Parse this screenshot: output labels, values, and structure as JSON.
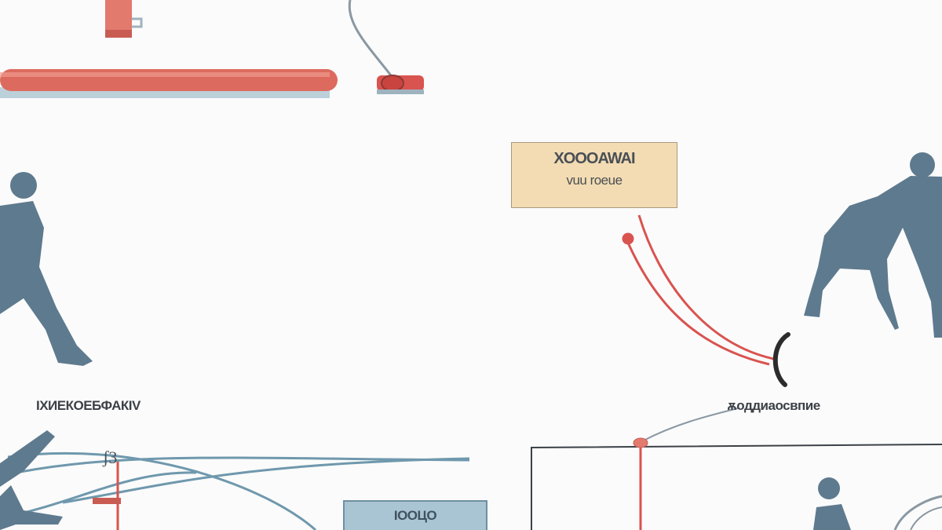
{
  "note_card": {
    "line1": "XOOOAWAI",
    "line2": "vuu roeue"
  },
  "labels": {
    "left": "ІXИЕКОЕБФАКІV",
    "right": "ѫоддиаосвпие"
  },
  "blue_box": {
    "text": "ІООЦО"
  },
  "marker_text": "ʃ3",
  "colors": {
    "figure": "#5e7a8e",
    "accent_red": "#d9534f",
    "note_bg": "#f3dcb3",
    "box_bg": "#a9c4d3",
    "line_blue": "#6f98ad"
  }
}
